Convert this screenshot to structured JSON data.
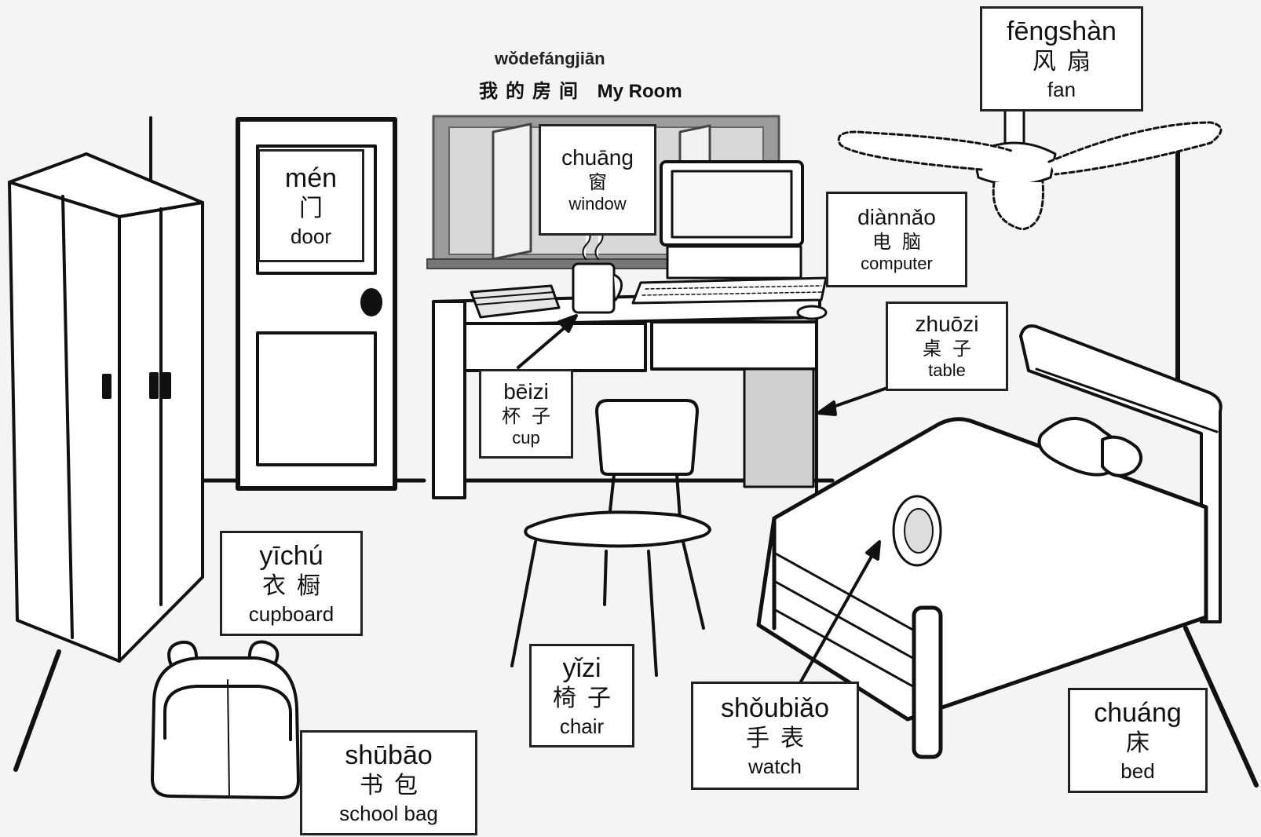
{
  "title": {
    "pinyin": "wǒdefángjiān",
    "chinese": "我的房间",
    "english": "My Room"
  },
  "labels": {
    "fan": {
      "pinyin": "fēngshàn",
      "chinese": "风扇",
      "english": "fan"
    },
    "door": {
      "pinyin": "mén",
      "chinese": "门",
      "english": "door"
    },
    "window": {
      "pinyin": "chuāng",
      "chinese": "窗",
      "english": "window"
    },
    "computer": {
      "pinyin": "diànnǎo",
      "chinese": "电脑",
      "english": "computer"
    },
    "table": {
      "pinyin": "zhuōzi",
      "chinese": "桌子",
      "english": "table"
    },
    "cup": {
      "pinyin": "bēizi",
      "chinese": "杯子",
      "english": "cup"
    },
    "cupboard": {
      "pinyin": "yīchú",
      "chinese": "衣橱",
      "english": "cupboard"
    },
    "chair": {
      "pinyin": "yǐzi",
      "chinese": "椅子",
      "english": "chair"
    },
    "watch": {
      "pinyin": "shǒubiǎo",
      "chinese": "手表",
      "english": "watch"
    },
    "bed": {
      "pinyin": "chuáng",
      "chinese": "床",
      "english": "bed"
    },
    "schoolbag": {
      "pinyin": "shūbāo",
      "chinese": "书包",
      "english": "school bag"
    }
  }
}
